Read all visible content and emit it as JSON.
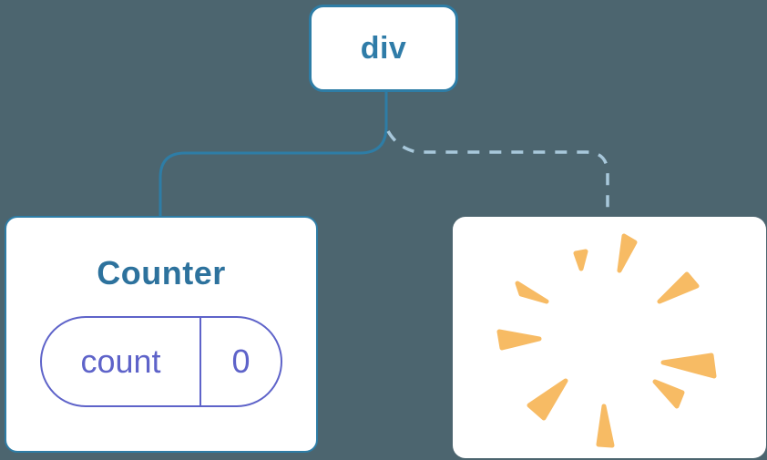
{
  "diagram": {
    "description": "React render tree diagram: a div root keeps its Counter child (state preserved) while a removed second child disappears with a poof burst",
    "background_color": "#4C656F",
    "root_node": {
      "label": "div",
      "text_color": "#2F7CA8",
      "border_color": "#2E7DA6",
      "fill_color": "#FFFFFF"
    },
    "connectors": {
      "kept_child_link": {
        "style": "solid",
        "color": "#2E7DA6"
      },
      "removed_child_link": {
        "style": "dashed",
        "color": "#A8C8DB"
      }
    },
    "counter_card": {
      "title": "Counter",
      "title_color": "#2D729D",
      "border_color": "#2E7DA6",
      "fill_color": "#FFFFFF",
      "state_pill": {
        "key": "count",
        "value": "0",
        "accent_color": "#5E63C9"
      }
    },
    "removed_card": {
      "fill_color": "#FFFFFF",
      "icon": "poof-burst-icon",
      "burst_color": "#F7BB64"
    }
  }
}
